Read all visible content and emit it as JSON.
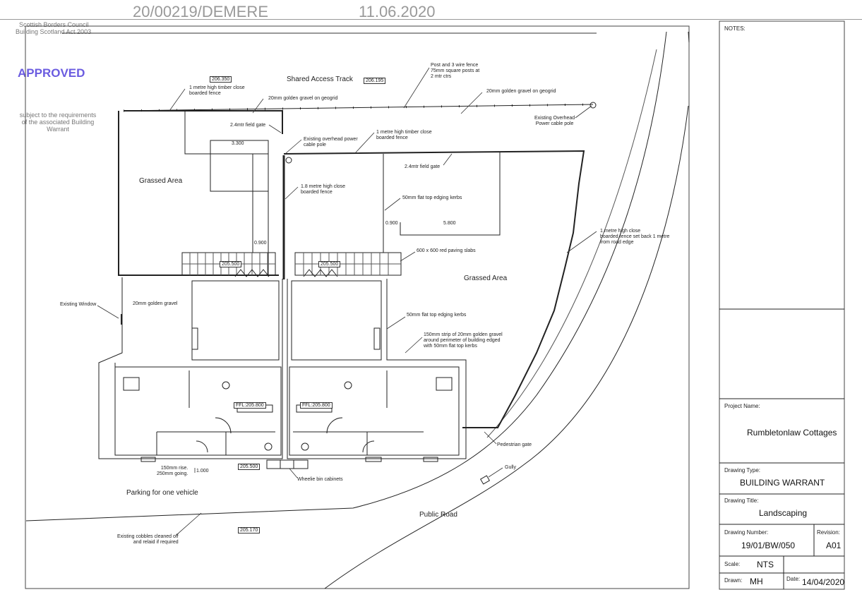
{
  "header": {
    "reference": "20/00219/DEMERE",
    "date": "11.06.2020"
  },
  "stamp": {
    "council": "Scottish Borders Council",
    "act": "Building Scotland Act 2003",
    "status": "APPROVED",
    "condition": "subject to the requirements\nof the associated Building\nWarrant",
    "color": "#6b5ce0"
  },
  "plan": {
    "levels": [
      "206.350",
      "206.195",
      "205.500",
      "205.500",
      "205.500",
      "205.170"
    ],
    "ffl": [
      "FFL:205.800",
      "FFL:205.800"
    ],
    "dims": [
      "3.300",
      "5.800",
      "0.900",
      "0.900",
      "1.000"
    ],
    "areas": [
      "Grassed Area",
      "Grassed Area",
      "Shared Access Track",
      "Parking for one vehicle",
      "Public Road"
    ],
    "notes": [
      "1 metre high timber close\nboarded fence",
      "20mm golden gravel on geogrid",
      "Post and 3 wire fence\n75mm square posts at\n2 mtr ctrs",
      "20mm golden gravel on geogrid",
      "Existing Overhead\nPower cable pole",
      "2.4mtr field gate",
      "Existing overhead power\ncable pole",
      "1 metre high timber close\nboarded fence",
      "2.4mtr field gate",
      "1.8 metre high close\nboarded fence",
      "50mm flat top edging kerbs",
      "1 metre high close\nboarded fence set back 1 metre\nfrom road edge",
      "600 x 600 red paving slabs",
      "Existing Window",
      "20mm golden gravel",
      "50mm flat top edging kerbs",
      "150mm strip of 20mm golden gravel\naround perimeter of building edged\nwith 50mm flat top kerbs",
      "Pedestrian gate",
      "Gully",
      "150mm rise.\n250mm going.",
      "Wheelie bin cabinets",
      "Existing cobbles cleaned off\nand relaid if required"
    ]
  },
  "title_block": {
    "notes_label": "NOTES:",
    "project_label": "Project Name:",
    "project": "Rumbletonlaw Cottages",
    "type_label": "Drawing Type:",
    "type": "BUILDING WARRANT",
    "title_label": "Drawing Title:",
    "title": "Landscaping",
    "number_label": "Drawing Number:",
    "number": "19/01/BW/050",
    "revision_label": "Revision:",
    "revision": "A01",
    "scale_label": "Scale:",
    "scale": "NTS",
    "drawn_label": "Drawn:",
    "drawn": "MH",
    "date_label": "Date:",
    "date": "14/04/2020"
  }
}
